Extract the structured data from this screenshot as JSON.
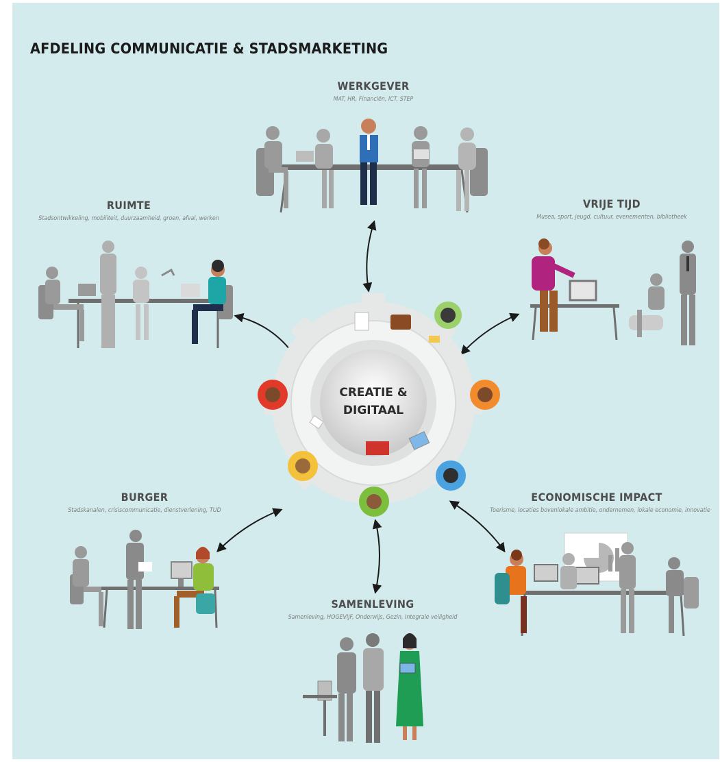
{
  "title": "AFDELING COMMUNICATIE & STADSMARKETING",
  "hub": {
    "line1": "CREATIE &",
    "line2": "DIGITAAL"
  },
  "groups": {
    "werkgever": {
      "title": "WERKGEVER",
      "subtitle": "MAT, HR, Financiën, ICT, STEP"
    },
    "ruimte": {
      "title": "RUIMTE",
      "subtitle": "Stadsontwikkeling, mobiliteit, duurzaamheid, groen, afval, werken"
    },
    "vrije_tijd": {
      "title": "VRIJE TIJD",
      "subtitle": "Musea, sport, jeugd, cultuur, evenementen, bibliotheek"
    },
    "burger": {
      "title": "BURGER",
      "subtitle": "Stadskanalen, crisiscommunicatie, dienstverlening, TUD"
    },
    "economische_impact": {
      "title": "ECONOMISCHE IMPACT",
      "subtitle": "Toerisme, locaties bovenlokale ambitie, ondernemen, lokale economie, innovatie"
    },
    "samenleving": {
      "title": "SAMENLEVING",
      "subtitle": "Samenleving, HOGEVIJF, Onderwijs, Gezin, Integrale veiligheid"
    }
  },
  "colors": {
    "background": "#d3ebec",
    "figure_gray": "#8a8a8a",
    "figure_dark": "#5b5b5b",
    "hub_gray": "#e9e9e9",
    "accent_blue": "#2f6fb8",
    "accent_magenta": "#b0237f",
    "accent_orange": "#e8731d",
    "accent_green": "#1f9d55",
    "arrow": "#1a1a1a"
  },
  "icons": [
    "meeting-table-scene",
    "office-desk-scene",
    "presentation-scene",
    "service-desk-scene",
    "business-meeting-scene",
    "group-conversation-scene",
    "round-table-gear-icon"
  ]
}
